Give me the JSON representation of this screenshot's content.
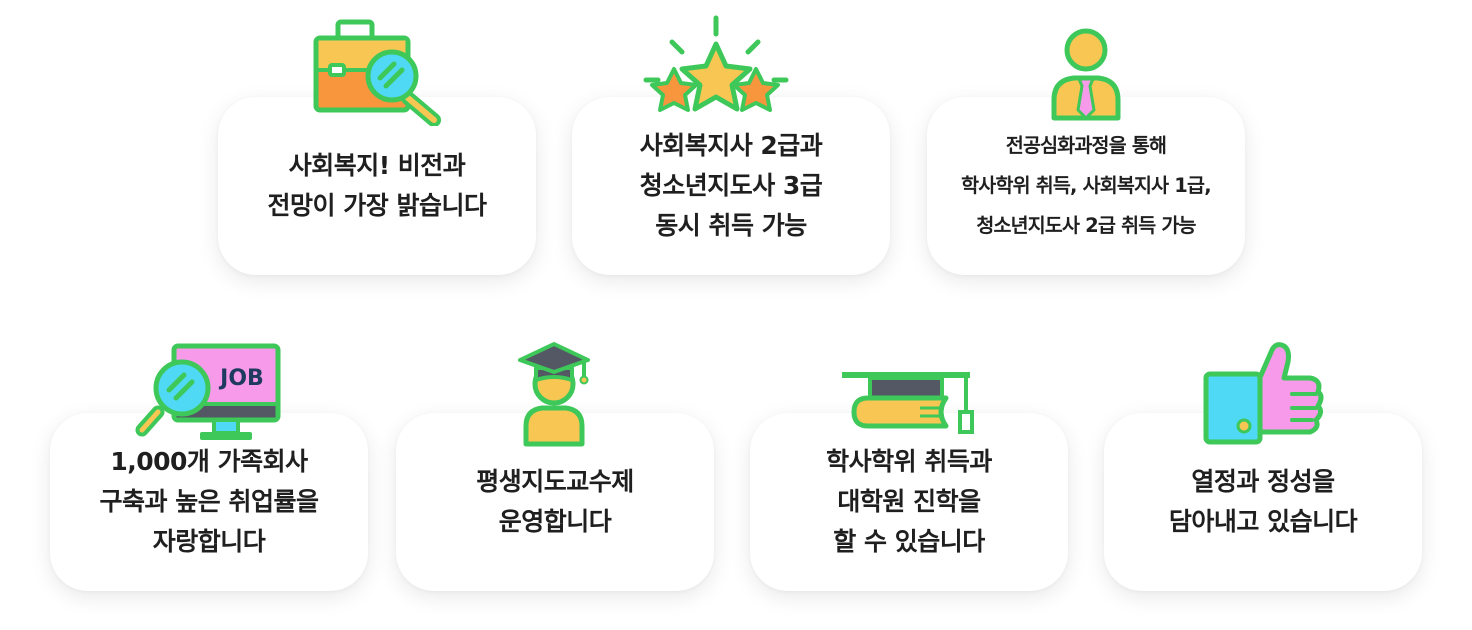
{
  "cards": [
    {
      "text": "사회복지! 비전과\n전망이 가장 밝습니다",
      "icon": "briefcase-search-icon"
    },
    {
      "text": "사회복지사 2급과\n청소년지도사 3급\n동시 취득 가능",
      "icon": "stars-icon"
    },
    {
      "text": "전공심화과정을 통해\n학사학위 취득, 사회복지사 1급,\n청소년지도사 2급 취득 가능",
      "icon": "businessman-icon"
    },
    {
      "text": "1,000개 가족회사\n구축과 높은 취업률을\n자랑합니다",
      "icon": "job-monitor-icon"
    },
    {
      "text": "평생지도교수제\n운영합니다",
      "icon": "graduate-icon"
    },
    {
      "text": "학사학위 취득과\n대학원 진학을\n할 수 있습니다",
      "icon": "books-icon"
    },
    {
      "text": "열정과 정성을\n담아내고 있습니다",
      "icon": "thumbs-up-icon"
    }
  ],
  "job_label": "JOB",
  "colors": {
    "green": "#3ec85a",
    "orange": "#f7963c",
    "yellow": "#f8c653",
    "pink": "#f69ae9",
    "cyan": "#4fd9f5",
    "gray": "#545864",
    "text": "#1f1f1f"
  }
}
